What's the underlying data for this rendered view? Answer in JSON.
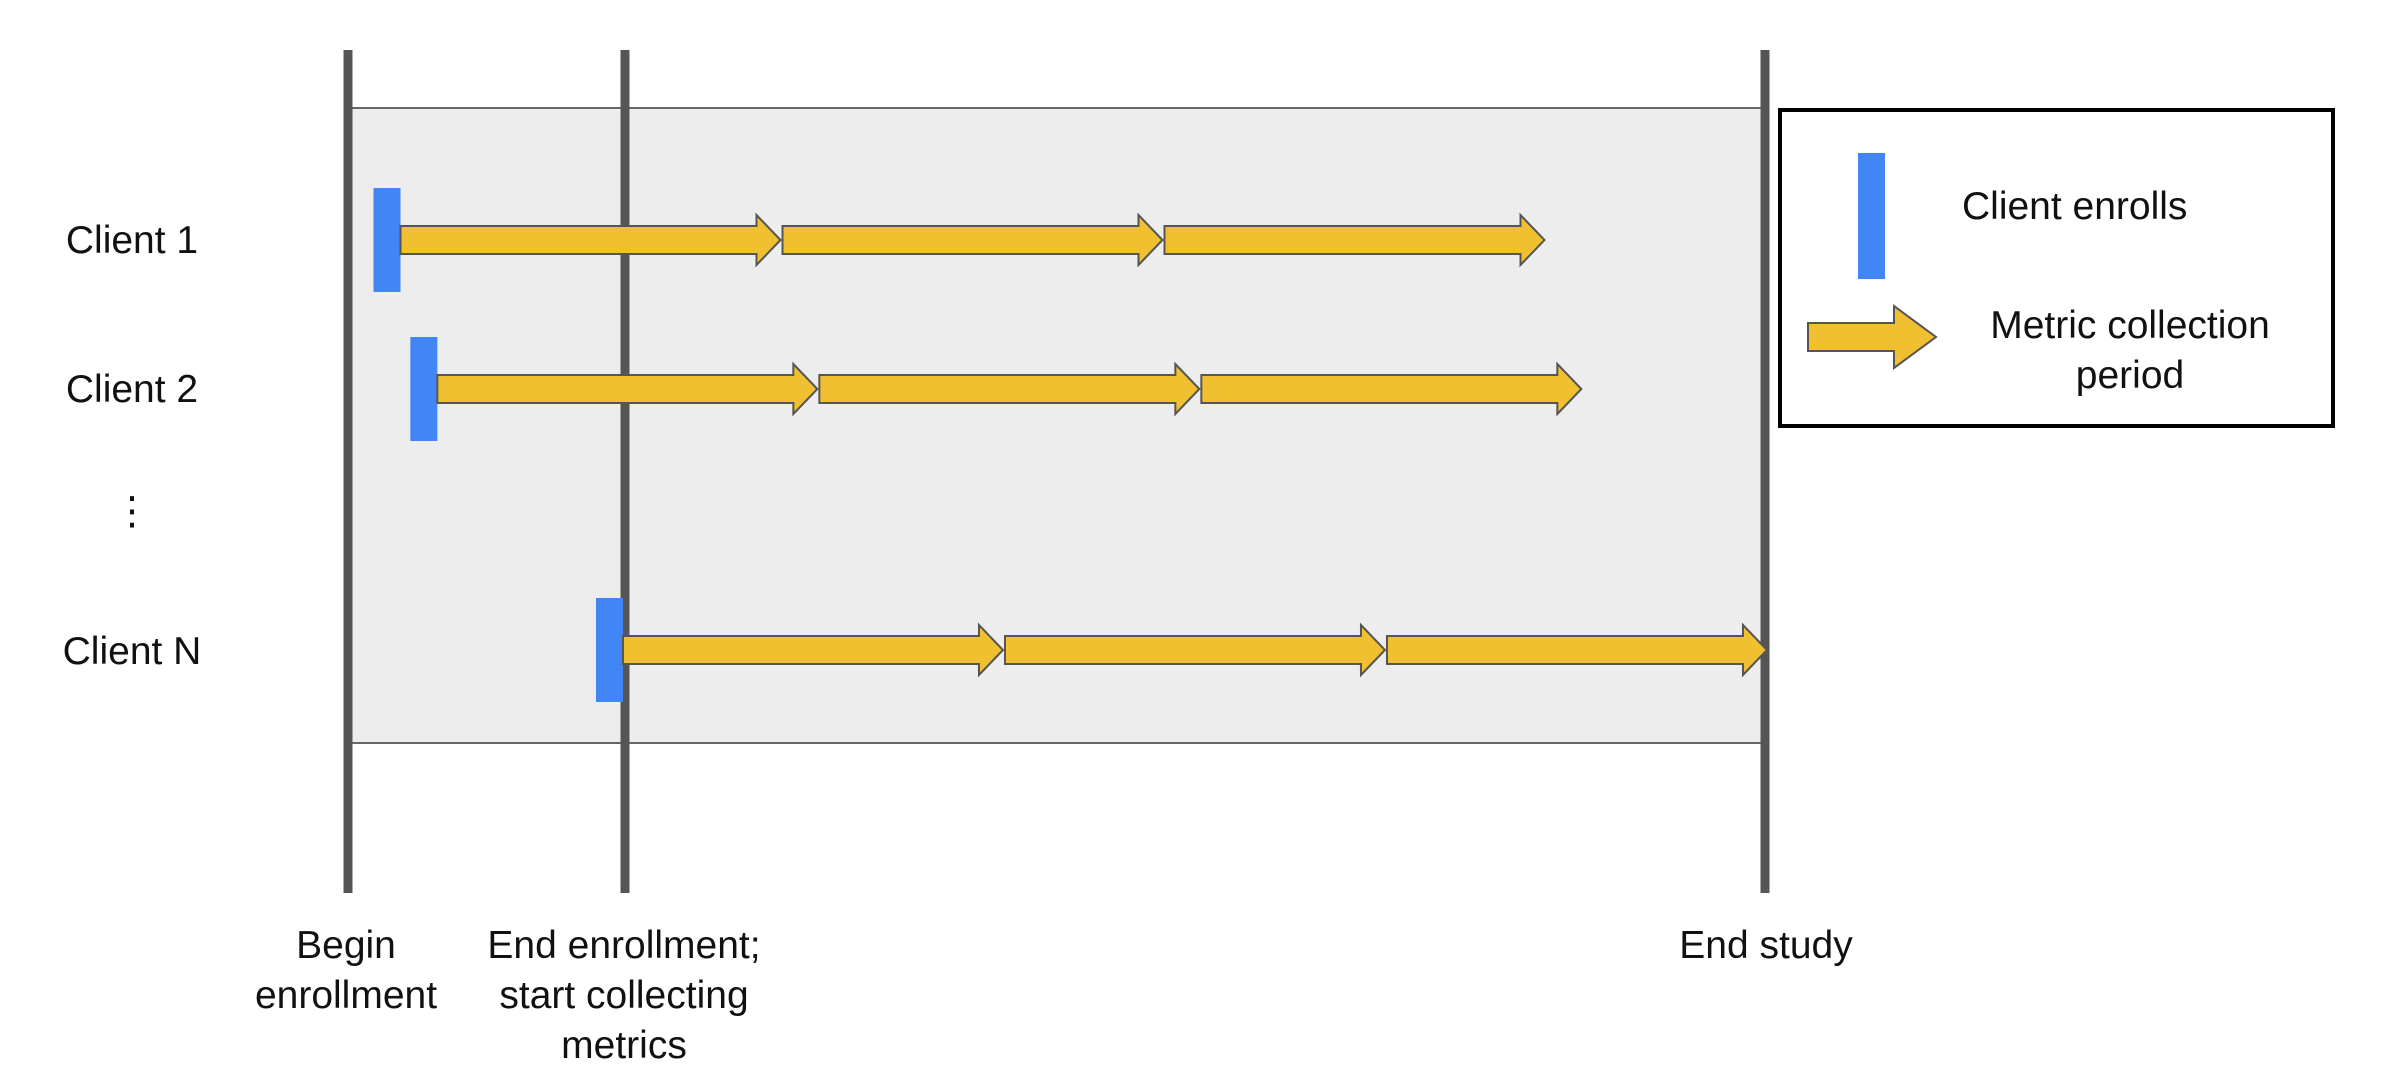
{
  "diagram": {
    "rows": [
      {
        "label": "Client 1",
        "enroll_offset": 0.018,
        "periods": 3
      },
      {
        "label": "Client 2",
        "enroll_offset": 0.044,
        "periods": 3
      },
      {
        "label": "Client N",
        "enroll_offset": 0.175,
        "periods": 3
      }
    ],
    "ellipsis": "⋮",
    "milestones": {
      "begin_enrollment": [
        "Begin",
        "enrollment"
      ],
      "end_enrollment": [
        "End enrollment;",
        "start collecting",
        "metrics"
      ],
      "end_study": [
        "End study"
      ]
    },
    "legend": {
      "enroll": "Client enrolls",
      "period": [
        "Metric collection",
        "period"
      ]
    },
    "colors": {
      "enroll_bar": "#4285f4",
      "arrow_fill": "#f0c030",
      "arrow_stroke": "#555555",
      "study_region": "#ededed",
      "milestone_line": "#555555"
    }
  }
}
